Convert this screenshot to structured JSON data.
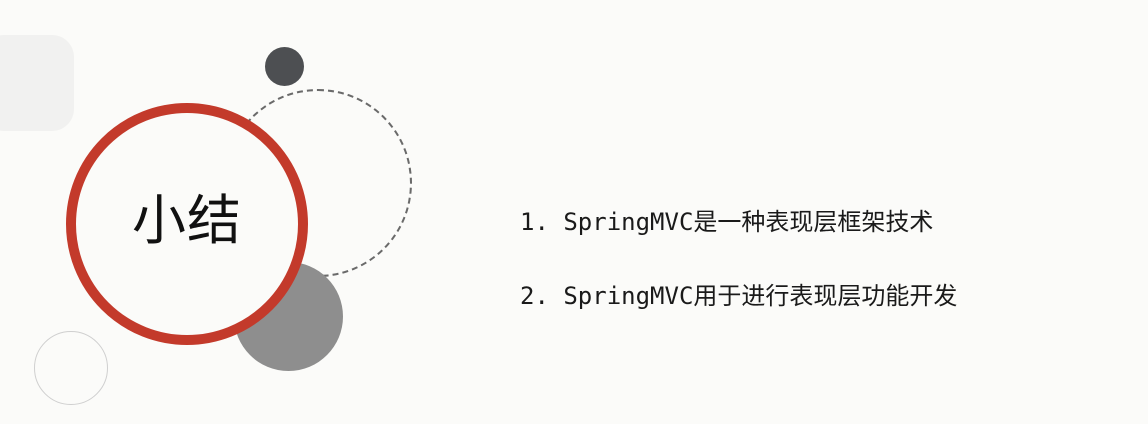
{
  "slide": {
    "title": "小结",
    "points": [
      "1. SpringMVC是一种表现层框架技术",
      "2. SpringMVC用于进行表现层功能开发"
    ]
  },
  "decor": {
    "accent_color": "#c33a2b",
    "dark_circle_color": "#4d4f52",
    "gray_circle_color": "#8e8e8e",
    "light_outline_color": "#cfcfcf",
    "background_color": "#fbfbf9"
  }
}
